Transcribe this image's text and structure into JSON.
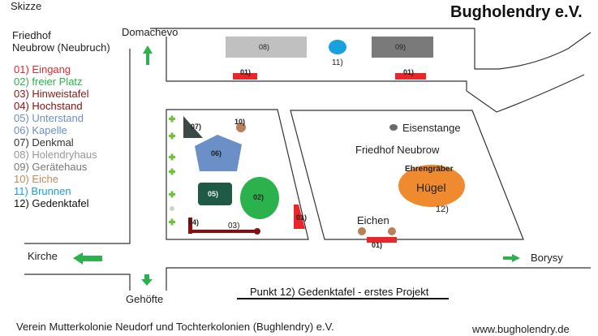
{
  "header": {
    "sketch_label": "Skizze",
    "org_title": "Bugholendry e.V."
  },
  "sidebar": {
    "cemetery_title_line1": "Friedhof",
    "cemetery_title_line2": "Neubrow (Neubruch)"
  },
  "legend": [
    {
      "text": "01) Eingang",
      "color": "#e8262b"
    },
    {
      "text": "02) freier Platz",
      "color": "#2bb24c"
    },
    {
      "text": "03) Hinweistafel",
      "color": "#8b1a1a"
    },
    {
      "text": "04) Hochstand",
      "color": "#8b0d0d"
    },
    {
      "text": "05) Unterstand",
      "color": "#6b8fc7"
    },
    {
      "text": "06) Kapelle",
      "color": "#6b8fc7"
    },
    {
      "text": "07) Denkmal",
      "color": "#333333"
    },
    {
      "text": "08) Holendryhaus",
      "color": "#999999"
    },
    {
      "text": "09) Gerätehaus",
      "color": "#777777"
    },
    {
      "text": "10) Eiche",
      "color": "#c8885a"
    },
    {
      "text": "11) Brunnen",
      "color": "#19a0e0"
    },
    {
      "text": "12) Gedenktafel",
      "color": "#111111"
    }
  ],
  "places": {
    "domachevo": "Domachevo",
    "kirche": "Kirche",
    "borysy": "Borysy",
    "gehoefte": "Gehöfte",
    "eisenstange": "Eisenstange",
    "friedhof_neubrow": "Friedhof Neubrow",
    "eichen": "Eichen"
  },
  "markers": {
    "m01_top_left": "01)",
    "m01_top_right": "01)",
    "m01_right": "01)",
    "m01_bottom": "01)",
    "m02": "02)",
    "m03": "03)",
    "m04": "04)",
    "m05": "05)",
    "m06": "06)",
    "m07": "07)",
    "m08": "08)",
    "m09": "09)",
    "m10": "10)",
    "m11": "11)",
    "m12": "12)",
    "ehrengraeber": "Ehrengräber",
    "huegel": "Hügel"
  },
  "project_note": "Punkt 12) Gedenktafel - erstes Projekt",
  "footer": {
    "association": "Verein Mutterkolonie Neudorf und Tochterkolonien (Bughlendry) e.V.",
    "website": "www.bugholendry.de"
  },
  "colors": {
    "entrance_red": "#e8262b",
    "green_arrow": "#2bb24c",
    "pond_blue": "#19a0e0",
    "chapel_blue": "#6b8fc7",
    "dark_green": "#1e5a45",
    "hill_orange": "#f08a2e"
  }
}
